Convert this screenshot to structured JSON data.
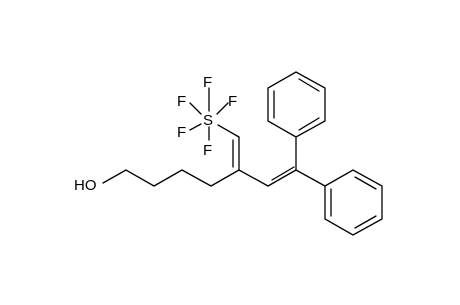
{
  "atoms": {
    "hydroxyl": "HO",
    "sulfur": "S",
    "fluorine": "F"
  },
  "colors": {
    "background": "#ffffff",
    "ink": "#000000"
  }
}
